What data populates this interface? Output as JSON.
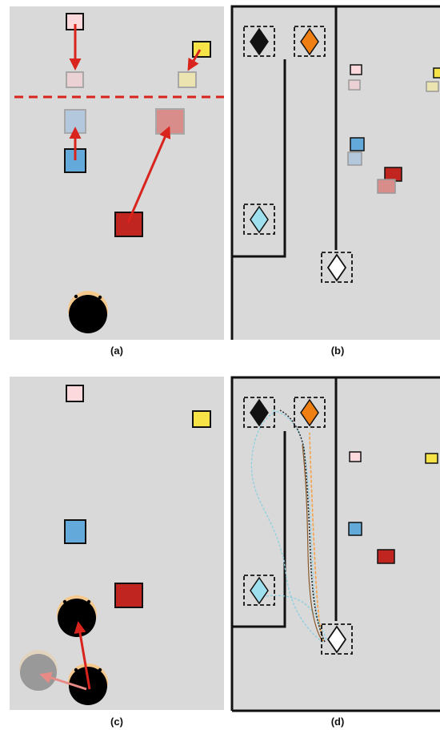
{
  "panels": {
    "a": {
      "label": "(a)"
    },
    "b": {
      "label": "(b)"
    },
    "c": {
      "label": "(c)"
    },
    "d": {
      "label": "(d)"
    }
  },
  "colors": {
    "panel_bg": "#d9d9d9",
    "pink": "#fbd9dd",
    "yellow": "#f6e347",
    "blue": "#63aadb",
    "red": "#c0251f",
    "arrow_red": "#d8241c",
    "orange": "#ef7f12",
    "cyan_marker": "#9fe0ee",
    "robot_head": "#000000",
    "robot_ears": "#f5c88c",
    "trajectory_orange": "#f5a14a",
    "trajectory_cyan": "#8ccfe0",
    "trajectory_black": "#222222",
    "trajectory_brown": "#8b5a2b"
  },
  "icons": {
    "robot": "robot-top-view-icon",
    "waypoint": "dashed-diamond-marker-icon"
  }
}
